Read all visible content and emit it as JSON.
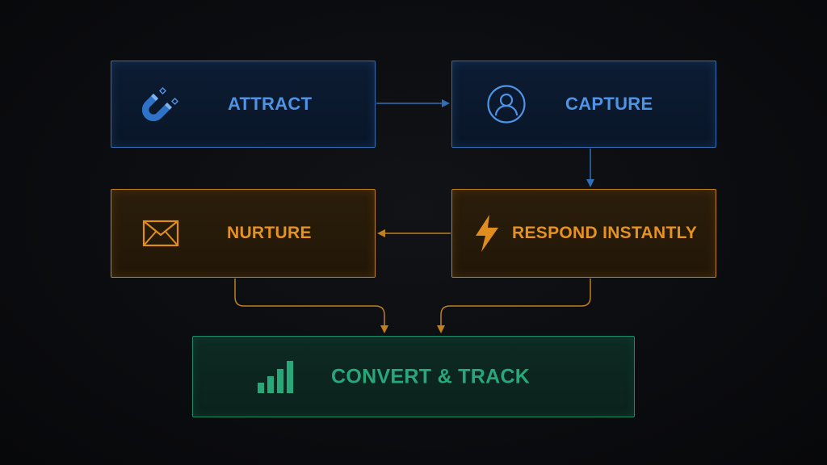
{
  "diagram": {
    "nodes": [
      {
        "id": "attract",
        "label": "ATTRACT",
        "icon": "magnet-icon",
        "color": "#4d93e6"
      },
      {
        "id": "capture",
        "label": "CAPTURE",
        "icon": "user-circle-icon",
        "color": "#4d93e6"
      },
      {
        "id": "respond",
        "label": "RESPOND INSTANTLY",
        "icon": "lightning-bolt-icon",
        "color": "#e5921f"
      },
      {
        "id": "nurture",
        "label": "NURTURE",
        "icon": "envelope-icon",
        "color": "#e5921f"
      },
      {
        "id": "convert",
        "label": "CONVERT & TRACK",
        "icon": "bar-chart-icon",
        "color": "#27a77a"
      }
    ],
    "edges": [
      {
        "from": "attract",
        "to": "capture"
      },
      {
        "from": "capture",
        "to": "respond"
      },
      {
        "from": "respond",
        "to": "nurture"
      },
      {
        "from": "nurture",
        "to": "convert"
      },
      {
        "from": "respond",
        "to": "convert"
      }
    ],
    "colors": {
      "blue": "#2f6fb8",
      "orange": "#c17f1d",
      "green": "#1f8a66",
      "background": "#0b0c0f"
    }
  }
}
